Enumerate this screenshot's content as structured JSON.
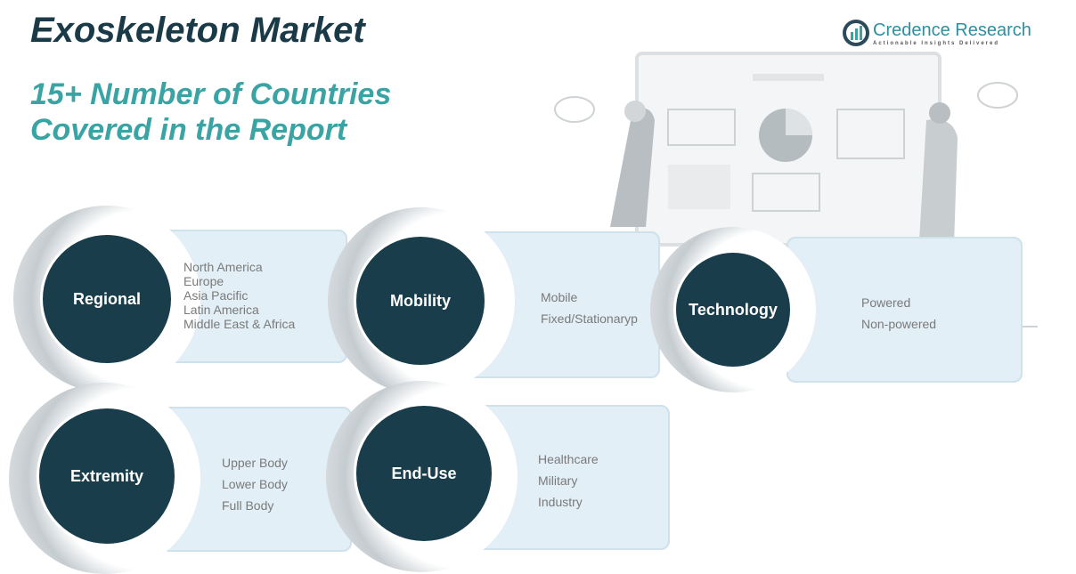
{
  "title": "Exoskeleton Market",
  "subtitle_line1": "15+ Number of Countries",
  "subtitle_line2": "Covered in the Report",
  "logo": {
    "name": "Credence Research",
    "tagline": "Actionable Insights Delivered"
  },
  "segments": [
    {
      "label": "Regional",
      "items": [
        "North America",
        "Europe",
        "Asia Pacific",
        "Latin America",
        "Middle East & Africa"
      ]
    },
    {
      "label": "Mobility",
      "items": [
        "Mobile",
        "Fixed/Stationaryp"
      ]
    },
    {
      "label": "Technology",
      "items": [
        "Powered",
        "Non-powered"
      ]
    },
    {
      "label": "Extremity",
      "items": [
        "Upper Body",
        "Lower Body",
        "Full Body"
      ]
    },
    {
      "label": "End-Use",
      "items": [
        "Healthcare",
        "Military",
        "Industry"
      ]
    }
  ]
}
